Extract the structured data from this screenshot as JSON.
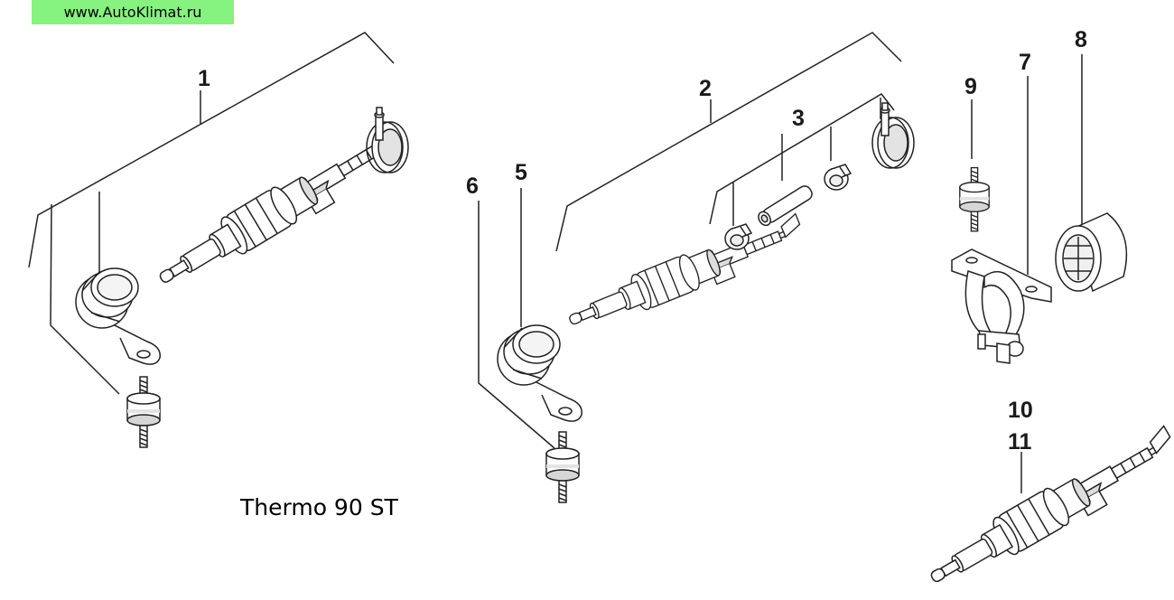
{
  "watermark": {
    "text": "www.AutoKlimat.ru",
    "bg_color": "#86f27f"
  },
  "caption": "Thermo 90 ST",
  "part_labels": [
    "1",
    "2",
    "3",
    "5",
    "6",
    "7",
    "8",
    "9",
    "10",
    "11"
  ],
  "colors": {
    "line": "#222222",
    "fill": "#ffffff",
    "shade": "#d6d6d6",
    "label": "#1a1a1a"
  },
  "icons": [
    "dosing-pump-icon",
    "pipe-clamp-icon",
    "rubber-mount-icon",
    "hose-clip-icon",
    "hose-icon",
    "mounting-bracket-icon",
    "rubber-sleeve-icon"
  ]
}
